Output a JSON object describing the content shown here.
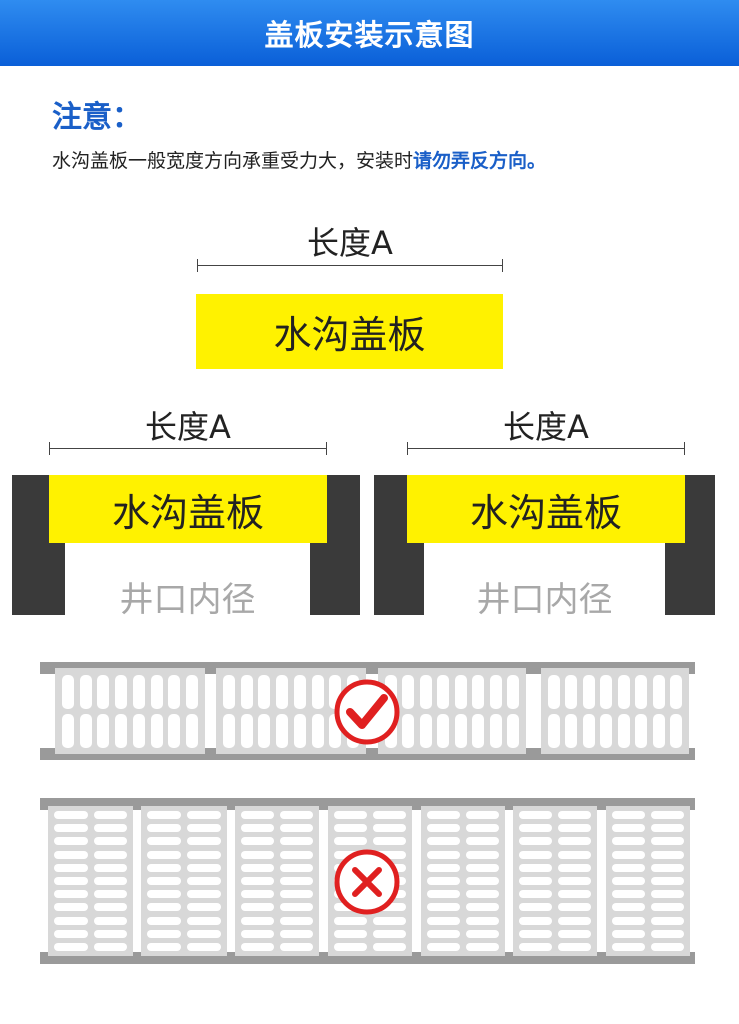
{
  "header": {
    "title": "盖板安装示意图"
  },
  "note": {
    "title": "注意：",
    "text_plain": "水沟盖板一般宽度方向承重受力大，安装时",
    "text_highlight": "请勿弄反方向。"
  },
  "top_diagram": {
    "length_label": "长度A",
    "plate_label": "水沟盖板"
  },
  "left_diagram": {
    "length_label": "长度A",
    "plate_label": "水沟盖板",
    "opening_label": "井口内径"
  },
  "right_diagram": {
    "length_label": "长度A",
    "plate_label": "水沟盖板",
    "opening_label": "井口内径"
  },
  "correct_example": {
    "mark_icon": "check-circle-icon",
    "color": "#e02020"
  },
  "wrong_example": {
    "mark_icon": "x-circle-icon",
    "color": "#e02020"
  },
  "colors": {
    "header": "#0a5fd8",
    "accent_text": "#1a5fc8",
    "plate": "#fff200",
    "wall": "#3a3a3a"
  }
}
